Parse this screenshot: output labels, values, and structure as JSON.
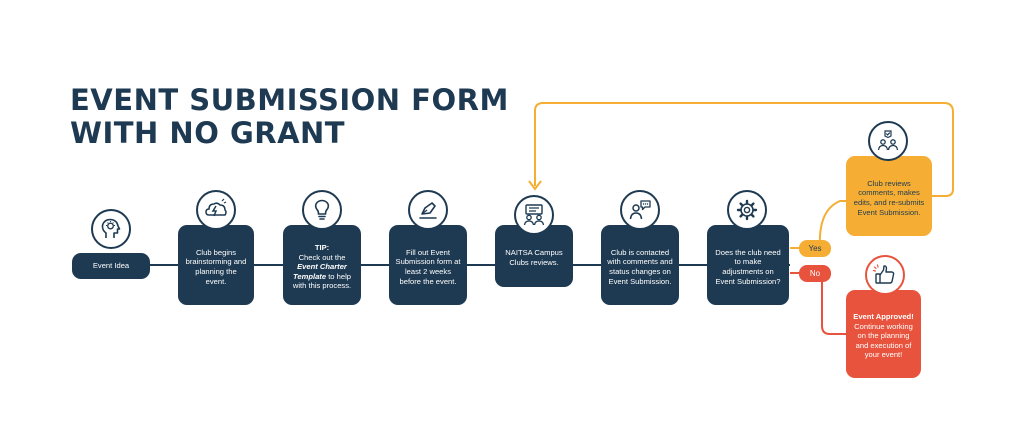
{
  "title": "EVENT SUBMISSION FORM\nWITH NO GRANT",
  "colors": {
    "navy": "#1e3a52",
    "yellow": "#f5ae33",
    "red": "#e8533d",
    "white": "#ffffff"
  },
  "steps": [
    {
      "icon": "head-lightbulb-icon",
      "text": "Event Idea"
    },
    {
      "icon": "brainstorm-cloud-icon",
      "text": "Club begins brainstorming and planning the event."
    },
    {
      "icon": "lightbulb-icon",
      "tip_label": "TIP:",
      "text_1": "Check out the",
      "text_em": "Event Charter Template",
      "text_2": "to help with this process."
    },
    {
      "icon": "pen-nib-icon",
      "text": "Fill out Event Submission form at least 2 weeks before the event."
    },
    {
      "icon": "people-review-icon",
      "text": "NAITSA Campus Clubs reviews."
    },
    {
      "icon": "person-chat-icon",
      "text": "Club is contacted with comments and status changes on Event Submission."
    },
    {
      "icon": "gear-icon",
      "text": "Does the club need to make adjustments on Event Submission?"
    }
  ],
  "decision": {
    "yes_label": "Yes",
    "no_label": "No"
  },
  "outcomes": {
    "yes": {
      "icon": "team-check-icon",
      "text": "Club reviews comments, makes edits, and re-submits Event Submission."
    },
    "no": {
      "icon": "thumbs-up-icon",
      "text_bold": "Event Approved!",
      "text": "Continue working on the planning and execution of your event!"
    }
  }
}
